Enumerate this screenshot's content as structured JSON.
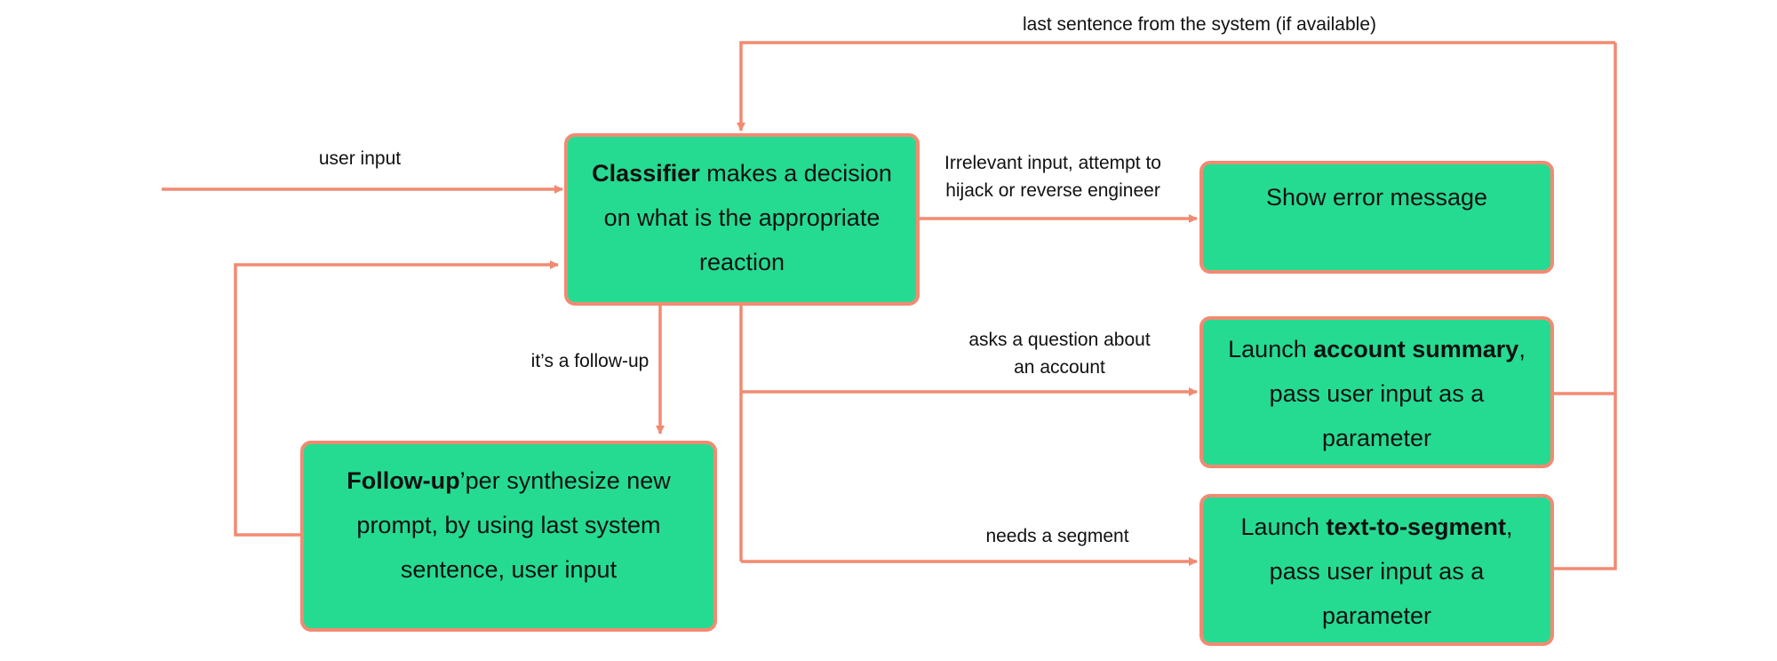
{
  "colors": {
    "box_fill": "#25db92",
    "stroke": "#f28a72",
    "text": "#111111"
  },
  "labels": {
    "feedback": "last sentence from the system (if available)",
    "user_input": "user input",
    "irrelevant_1": "Irrelevant input, attempt to",
    "irrelevant_2": "hijack or reverse engineer",
    "followup": "it’s a follow-up",
    "account_1": "asks a question about",
    "account_2": "an account",
    "segment": "needs a segment"
  },
  "boxes": {
    "classifier": {
      "bold": "Classifier",
      "l1": " makes a decision",
      "l2": "on what is the appropriate",
      "l3": "reaction"
    },
    "error": {
      "l1": "Show error message"
    },
    "account": {
      "pre": "Launch ",
      "bold": "account summary",
      "post": ",",
      "l2": "pass user input as a",
      "l3": "parameter"
    },
    "segment": {
      "pre": "Launch ",
      "bold": "text-to-segment",
      "post": ",",
      "l2": "pass user input as a",
      "l3": "parameter"
    },
    "followup": {
      "bold": "Follow-up",
      "l1": "’per synthesize new",
      "l2": "prompt, by using last system",
      "l3": "sentence, user input"
    }
  }
}
